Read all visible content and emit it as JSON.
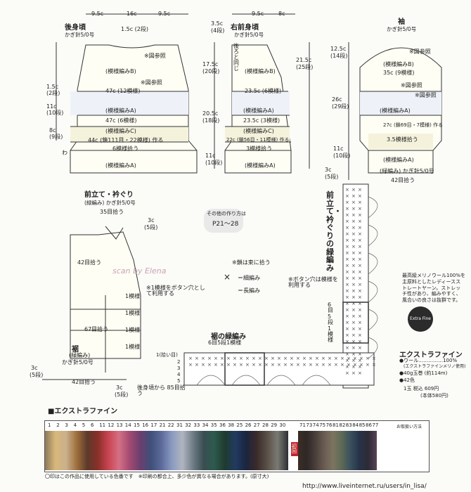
{
  "back": {
    "title": "後身頃",
    "needle": "かぎ針5/0号",
    "top_widths": [
      "9.5c",
      "16c",
      "9.5c"
    ],
    "neck": "1.5c (2段)",
    "labels": {
      "pattern_b": "(模様編みB)",
      "pattern_a": "(模様編みA)",
      "pattern_c": "(模様編みC)",
      "ref": "※図参照"
    },
    "w47_top": "47c (12模様)",
    "w47": "47c (6模様)",
    "w44": "44c (鎖111目・22模様) 作る",
    "pick": "6模様拾う",
    "side_15": "1.5c",
    "side_15b": "(2段)",
    "side_11": "11c",
    "side_11b": "(10段)",
    "side_8": "8c",
    "side_8b": "(9段)",
    "wa": "わ"
  },
  "front": {
    "title": "右前身頃",
    "needle": "かぎ針5/0号",
    "top_widths": [
      "9.5c",
      "8c"
    ],
    "neck_rows": "3.5c",
    "neck_rows_b": "(4段)",
    "h175": "17.5c",
    "h175b": "(20段)",
    "h205": "20.5c",
    "h205b": "(18段)",
    "h215": "21.5c",
    "h215b": "(25段)",
    "h11": "11c",
    "h11b": "(10段)",
    "back_same": "後ろと同じ",
    "w235": "23.5c (6模様)",
    "w235b": "23.5c (3模様)",
    "w225": "23.5c (3模様)",
    "w22": "22c (鎖56目・11模様) 作る",
    "pick": "3模様拾う"
  },
  "sleeve": {
    "title": "袖",
    "needle": "かぎ針5/0号",
    "h125": "12.5c",
    "h125b": "(14段)",
    "h26": "26c",
    "h26b": "(29段)",
    "h11": "11c",
    "h11b": "(10段)",
    "h3": "3c",
    "h3b": "(5段)",
    "w35": "35c (9模様)",
    "w27": "27c (鎖69目・7模様) 作る",
    "w35b": "3.5模様拾う",
    "edge": "(緑編み) かぎ針5/0号",
    "pick42": "42目拾う"
  },
  "band": {
    "title": "前立て・衿ぐり",
    "sub": "(緑編み) かぎ針5/0号",
    "pick35": "35目拾う",
    "h3": "3c",
    "h3b": "(5段)",
    "pick42": "42目拾う",
    "pick67": "67目拾う",
    "one": "1模様",
    "btn_note": "※1模様をボタン穴として利用する",
    "hem": "裾",
    "hem_sub": "(緑編み)",
    "hem_needle": "かぎ針5/0号",
    "hem_pick42": "42目拾う",
    "hem_3c": "3c",
    "hem_3cb": "(5段)",
    "back_pick": "後身頃から 85目拾う"
  },
  "other": {
    "line1": "その他の作り方は",
    "line2": "P21〜28"
  },
  "legend": {
    "chain": "※鎖は束に拾う",
    "sc": "＝細編み",
    "dc": "＝長編み"
  },
  "chart": {
    "vertical_title": "前立て・衿ぐりの緑編み",
    "hem_title": "裾の緑編み",
    "hem_repeat": "6目5段1模様",
    "btn": "※ボタン穴は模様を利用する",
    "repeat": "6目5段1模様",
    "rows": [
      "1(拾い目)",
      "2",
      "3",
      "4",
      "5"
    ]
  },
  "product": {
    "desc": "最高級メリノウール100%を主原料としたレディースストレートヤーン。ストレッチ性があり、編みやすく、風合いの良さは抜群です。",
    "name": "エクストラファイン",
    "logo": "Extra Fine",
    "spec1": "●ウール……………100%",
    "spec2": "(エクストラファインメリノ使用)",
    "spec3": "●40g玉巻 (約114m)",
    "spec4": "●42色",
    "price": "1玉 税込 609円",
    "price_b": "(本体580円)"
  },
  "swatch": {
    "title": "■エクストラファイン",
    "numbers": [
      "1",
      "2",
      "3",
      "4",
      "5",
      "6",
      "11",
      "12",
      "13",
      "14",
      "15",
      "16",
      "17",
      "21",
      "22",
      "31",
      "32",
      "33",
      "34",
      "35",
      "36",
      "38",
      "25",
      "26",
      "27",
      "28",
      "29",
      "30"
    ],
    "numbers2": [
      "71",
      "73",
      "74",
      "75",
      "76",
      "81",
      "82",
      "83",
      "84",
      "85",
      "86",
      "77"
    ],
    "care": "お取扱い方法",
    "footnote": "〇印はこの作品に使用している色番です　※印刷の都合上、多少色が異なる場合があります。(原寸大)"
  },
  "watermark": "scan by Elena",
  "url": "http://www.liveinternet.ru/users/in_lisa/"
}
